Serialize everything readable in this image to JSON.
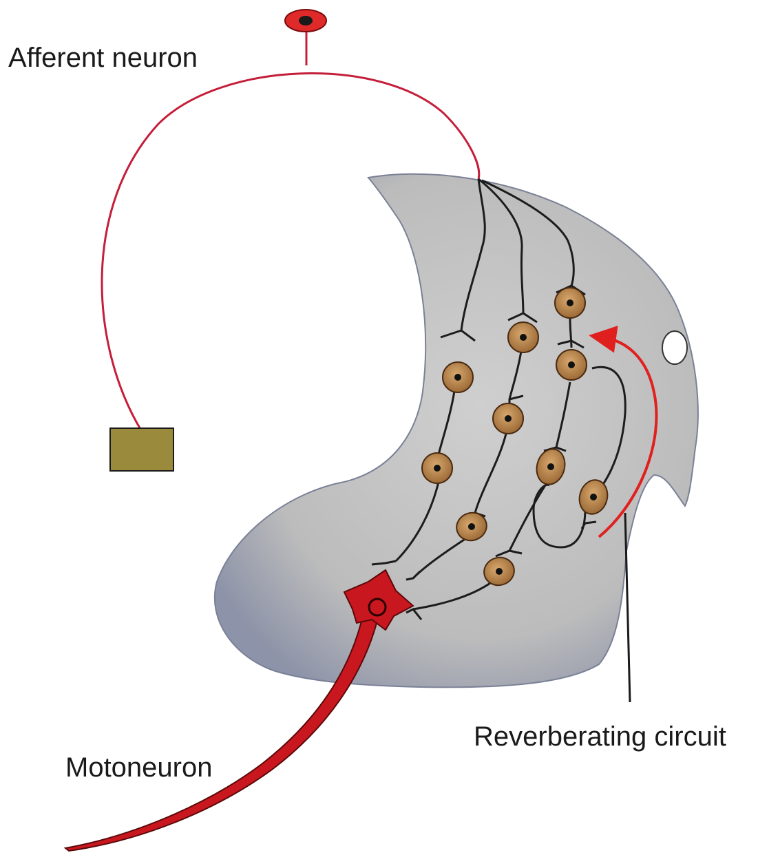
{
  "labels": {
    "afferent_neuron": "Afferent neuron",
    "motoneuron": "Motoneuron",
    "reverberating_circuit": "Reverberating circuit"
  },
  "colors": {
    "afferent_fiber": "#c41e3a",
    "motoneuron_fill": "#c8171f",
    "interneuron_fill": "#b8844c",
    "gray_matter": "#bdbdbd",
    "gray_matter_edge": "#6c7590",
    "receptor_box": "#9a8a3c",
    "circuit_arrow": "#e0201f"
  },
  "icons": {
    "receptor": "olive-rectangle",
    "afferent_cell_body": "red-oval-with-nucleus",
    "interneurons": "brown-circle-with-nucleus",
    "motoneuron_soma": "red-star-soma",
    "circuit_arrow": "curved-red-arrow"
  }
}
